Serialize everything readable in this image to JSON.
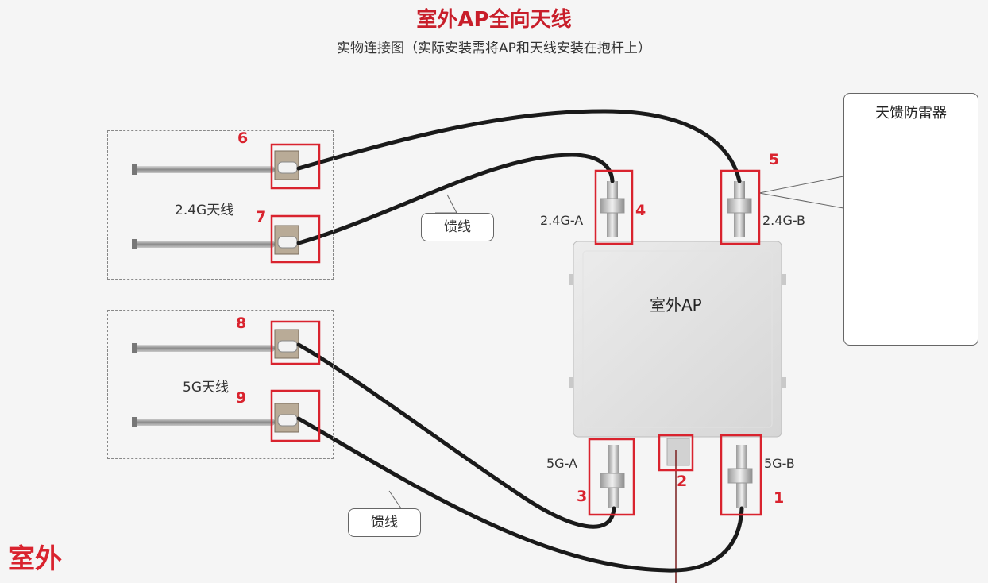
{
  "title": "室外AP全向天线",
  "subtitle": "实物连接图（实际安装需将AP和天线安装在抱杆上）",
  "antenna_24g": {
    "label": "2.4G天线",
    "top_num": "6",
    "bottom_num": "7"
  },
  "antenna_5g": {
    "label": "5G天线",
    "top_num": "8",
    "bottom_num": "9"
  },
  "feeder_label_top": "馈线",
  "feeder_label_bottom": "馈线",
  "ap_label": "室外AP",
  "ports": {
    "p24a": {
      "label": "2.4G-A",
      "num": "4"
    },
    "p24b": {
      "label": "2.4G-B",
      "num": "5"
    },
    "p5a": {
      "label": "5G-A",
      "num": "3"
    },
    "p5b": {
      "label": "5G-B",
      "num": "1"
    },
    "pgnd": {
      "num": "2"
    }
  },
  "arrester_title": "天馈防雷器",
  "outdoor_label": "室外",
  "colors": {
    "highlight": "#d9232e",
    "title": "#c81e2a",
    "cable": "#1a1a1a"
  }
}
